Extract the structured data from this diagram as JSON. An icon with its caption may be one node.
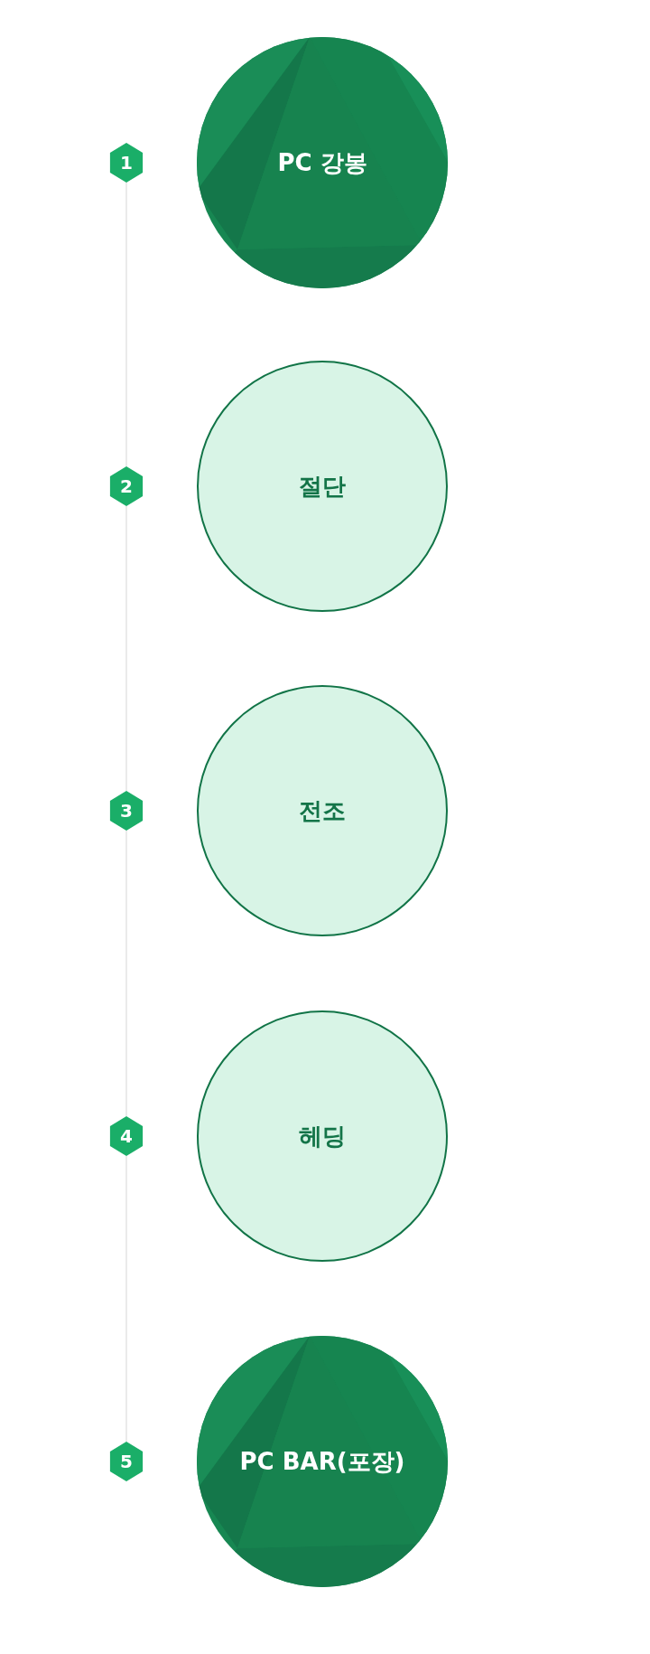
{
  "diagram": {
    "nodes": [
      {
        "text": [
          "1"
        ]
      },
      {
        "text": [
          "PC 강봉"
        ]
      },
      {
        "text": [
          "2"
        ]
      },
      {
        "text": [
          "절단"
        ]
      },
      {
        "text": [
          "3"
        ]
      },
      {
        "text": [
          "전조"
        ]
      },
      {
        "text": [
          "4"
        ]
      },
      {
        "text": [
          "헤딩"
        ]
      },
      {
        "text": [
          "5"
        ]
      },
      {
        "text": [
          "PC BAR(포장)"
        ]
      }
    ],
    "edges": [
      {
        "from": 0,
        "to": 2,
        "arrow": "none"
      },
      {
        "from": 2,
        "to": 4,
        "arrow": "none"
      },
      {
        "from": 4,
        "to": 6,
        "arrow": "none"
      },
      {
        "from": 6,
        "to": 8,
        "arrow": "none"
      }
    ]
  }
}
